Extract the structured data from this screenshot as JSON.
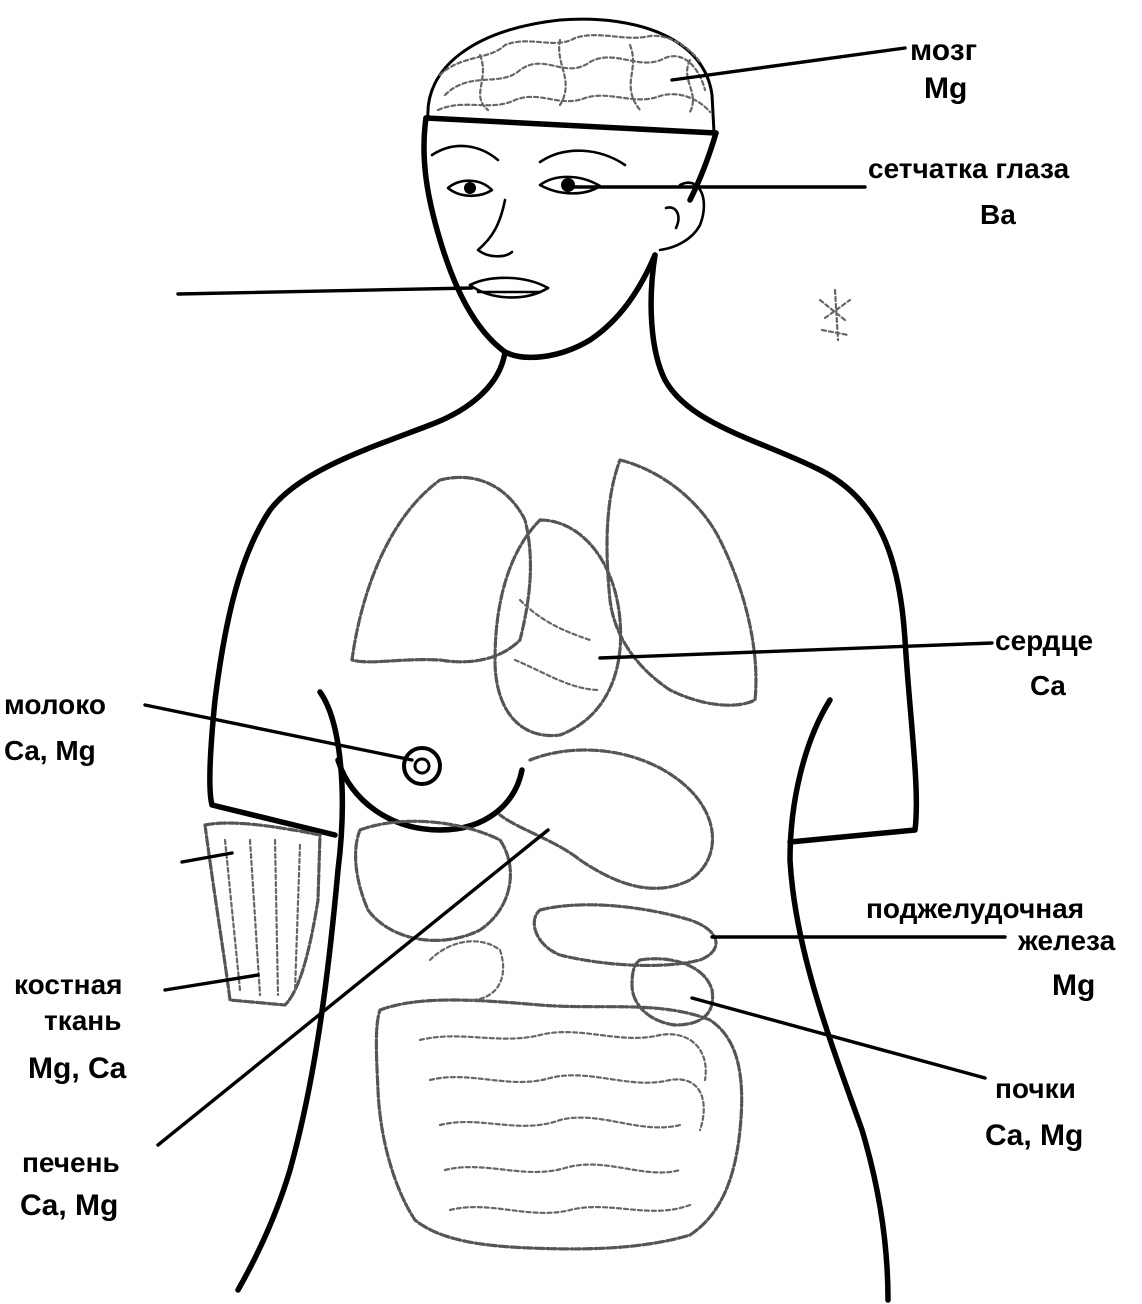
{
  "labels": {
    "brain": {
      "name": "мозг",
      "elements": "Mg"
    },
    "retina": {
      "name": "сетчатка глаза",
      "elements": "Ba"
    },
    "heart": {
      "name": "сердце",
      "elements": "Ca"
    },
    "milk": {
      "name": "молоко",
      "elements": "Ca, Mg"
    },
    "pancreas": {
      "name_line1": "поджелудочная",
      "name_line2": "железа",
      "elements": "Mg"
    },
    "bone": {
      "name_line1": "костная",
      "name_line2": "ткань",
      "elements": "Mg, Ca"
    },
    "kidneys": {
      "name": "почки",
      "elements": "Ca, Mg"
    },
    "liver": {
      "name": "печень",
      "elements": "Ca, Mg"
    }
  }
}
